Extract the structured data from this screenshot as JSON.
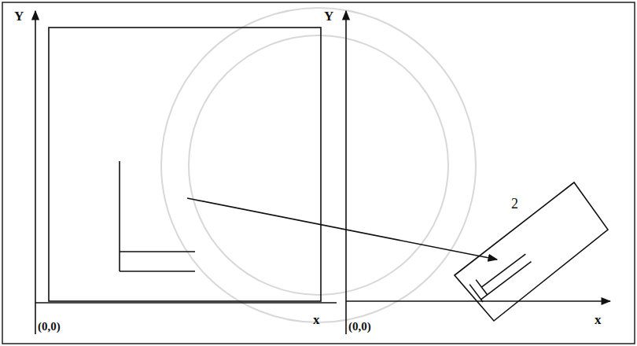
{
  "diagram": {
    "labels": [
      "Y",
      "x",
      "(0,0)",
      "Y",
      "x",
      "(0,0)",
      "2"
    ]
  }
}
